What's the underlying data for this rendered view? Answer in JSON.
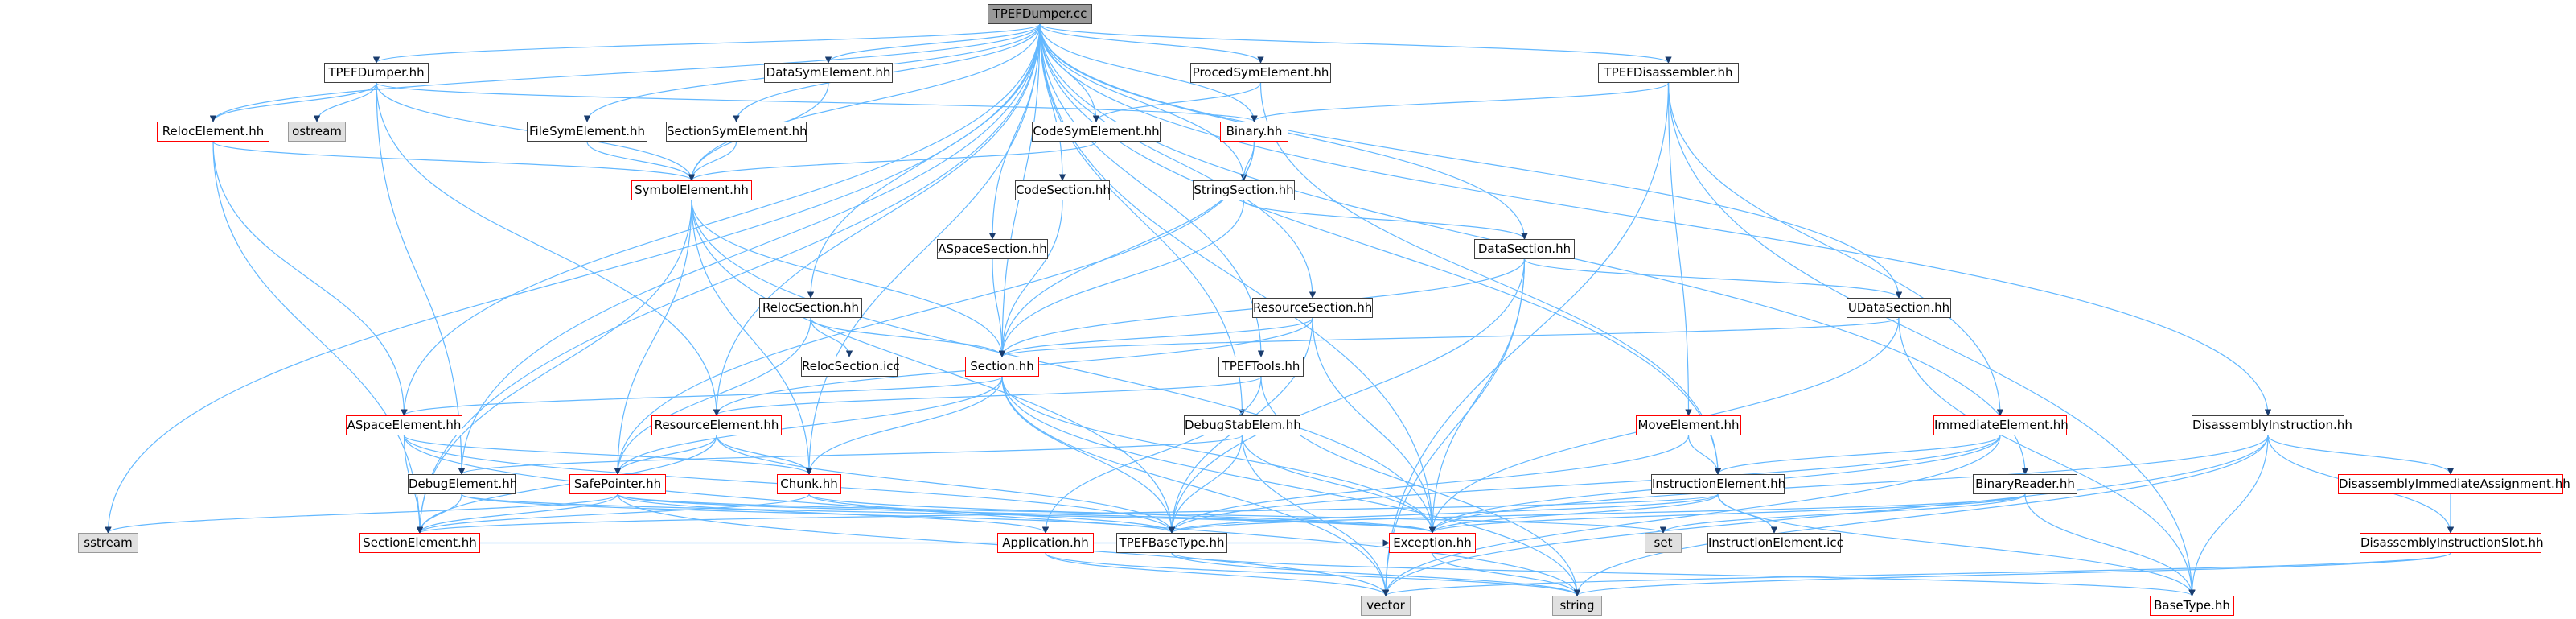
{
  "graph": {
    "colors": {
      "edge": "#63b8ff",
      "edge_dark": "#1a3c6e",
      "missing_border": "#ff0000",
      "system_fill": "#e0e0e0",
      "root_fill": "#999999"
    },
    "nodes": {
      "root": "TPEFDumper.cc",
      "TPEFDumper_hh": "TPEFDumper.hh",
      "DataSymElement_hh": "DataSymElement.hh",
      "ProcedSymElement_hh": "ProcedSymElement.hh",
      "TPEFDisassembler_hh": "TPEFDisassembler.hh",
      "RelocElement_hh": "RelocElement.hh",
      "ostream": "ostream",
      "FileSymElement_hh": "FileSymElement.hh",
      "SectionSymElement_hh": "SectionSymElement.hh",
      "CodeSymElement_hh": "CodeSymElement.hh",
      "Binary_hh": "Binary.hh",
      "SymbolElement_hh": "SymbolElement.hh",
      "CodeSection_hh": "CodeSection.hh",
      "StringSection_hh": "StringSection.hh",
      "ASpaceSection_hh": "ASpaceSection.hh",
      "DataSection_hh": "DataSection.hh",
      "RelocSection_hh": "RelocSection.hh",
      "ResourceSection_hh": "ResourceSection.hh",
      "UDataSection_hh": "UDataSection.hh",
      "RelocSection_icc": "RelocSection.icc",
      "Section_hh": "Section.hh",
      "TPEFTools_hh": "TPEFTools.hh",
      "ASpaceElement_hh": "ASpaceElement.hh",
      "ResourceElement_hh": "ResourceElement.hh",
      "DebugStabElem_hh": "DebugStabElem.hh",
      "MoveElement_hh": "MoveElement.hh",
      "ImmediateElement_hh": "ImmediateElement.hh",
      "DisassemblyInstruction_hh": "DisassemblyInstruction.hh",
      "DebugElement_hh": "DebugElement.hh",
      "SafePointer_hh": "SafePointer.hh",
      "Chunk_hh": "Chunk.hh",
      "InstructionElement_hh": "InstructionElement.hh",
      "BinaryReader_hh": "BinaryReader.hh",
      "DisassemblyImmediateAssignment_hh": "DisassemblyImmediateAssignment.hh",
      "sstream": "sstream",
      "SectionElement_hh": "SectionElement.hh",
      "Application_hh": "Application.hh",
      "TPEFBaseType_hh": "TPEFBaseType.hh",
      "Exception_hh": "Exception.hh",
      "set": "set",
      "InstructionElement_icc": "InstructionElement.icc",
      "DisassemblyInstructionSlot_hh": "DisassemblyInstructionSlot.hh",
      "vector": "vector",
      "string": "string",
      "BaseType_hh": "BaseType.hh"
    },
    "edges": [
      [
        "root",
        "TPEFDumper_hh"
      ],
      [
        "root",
        "DataSymElement_hh"
      ],
      [
        "root",
        "ProcedSymElement_hh"
      ],
      [
        "root",
        "TPEFDisassembler_hh"
      ],
      [
        "root",
        "RelocElement_hh"
      ],
      [
        "root",
        "FileSymElement_hh"
      ],
      [
        "root",
        "SectionSymElement_hh"
      ],
      [
        "root",
        "CodeSymElement_hh"
      ],
      [
        "root",
        "Binary_hh"
      ],
      [
        "root",
        "SymbolElement_hh"
      ],
      [
        "root",
        "CodeSection_hh"
      ],
      [
        "root",
        "StringSection_hh"
      ],
      [
        "root",
        "ASpaceSection_hh"
      ],
      [
        "root",
        "DataSection_hh"
      ],
      [
        "root",
        "RelocSection_hh"
      ],
      [
        "root",
        "ResourceSection_hh"
      ],
      [
        "root",
        "UDataSection_hh"
      ],
      [
        "root",
        "Section_hh"
      ],
      [
        "root",
        "TPEFTools_hh"
      ],
      [
        "root",
        "ASpaceElement_hh"
      ],
      [
        "root",
        "ResourceElement_hh"
      ],
      [
        "root",
        "DebugStabElem_hh"
      ],
      [
        "root",
        "DisassemblyInstruction_hh"
      ],
      [
        "root",
        "DebugElement_hh"
      ],
      [
        "root",
        "Chunk_hh"
      ],
      [
        "root",
        "InstructionElement_hh"
      ],
      [
        "root",
        "BinaryReader_hh"
      ],
      [
        "root",
        "sstream"
      ],
      [
        "root",
        "SectionElement_hh"
      ],
      [
        "root",
        "Exception_hh"
      ],
      [
        "TPEFDumper_hh",
        "RelocElement_hh"
      ],
      [
        "TPEFDumper_hh",
        "ostream"
      ],
      [
        "TPEFDumper_hh",
        "Binary_hh"
      ],
      [
        "TPEFDumper_hh",
        "SymbolElement_hh"
      ],
      [
        "TPEFDumper_hh",
        "ResourceElement_hh"
      ],
      [
        "TPEFDumper_hh",
        "DebugElement_hh"
      ],
      [
        "DataSymElement_hh",
        "SymbolElement_hh"
      ],
      [
        "ProcedSymElement_hh",
        "CodeSymElement_hh"
      ],
      [
        "ProcedSymElement_hh",
        "InstructionElement_hh"
      ],
      [
        "TPEFDisassembler_hh",
        "Binary_hh"
      ],
      [
        "TPEFDisassembler_hh",
        "MoveElement_hh"
      ],
      [
        "TPEFDisassembler_hh",
        "ImmediateElement_hh"
      ],
      [
        "TPEFDisassembler_hh",
        "vector"
      ],
      [
        "TPEFDisassembler_hh",
        "BaseType_hh"
      ],
      [
        "RelocElement_hh",
        "SymbolElement_hh"
      ],
      [
        "RelocElement_hh",
        "ASpaceElement_hh"
      ],
      [
        "RelocElement_hh",
        "SectionElement_hh"
      ],
      [
        "FileSymElement_hh",
        "SymbolElement_hh"
      ],
      [
        "SectionSymElement_hh",
        "SymbolElement_hh"
      ],
      [
        "CodeSymElement_hh",
        "SymbolElement_hh"
      ],
      [
        "Binary_hh",
        "StringSection_hh"
      ],
      [
        "Binary_hh",
        "Section_hh"
      ],
      [
        "Binary_hh",
        "SafePointer_hh"
      ],
      [
        "SymbolElement_hh",
        "Section_hh"
      ],
      [
        "SymbolElement_hh",
        "SectionElement_hh"
      ],
      [
        "SymbolElement_hh",
        "SafePointer_hh"
      ],
      [
        "SymbolElement_hh",
        "Chunk_hh"
      ],
      [
        "SymbolElement_hh",
        "TPEFBaseType_hh"
      ],
      [
        "SymbolElement_hh",
        "Exception_hh"
      ],
      [
        "CodeSection_hh",
        "Section_hh"
      ],
      [
        "StringSection_hh",
        "Section_hh"
      ],
      [
        "StringSection_hh",
        "DataSection_hh"
      ],
      [
        "ASpaceSection_hh",
        "Section_hh"
      ],
      [
        "DataSection_hh",
        "UDataSection_hh"
      ],
      [
        "DataSection_hh",
        "Section_hh"
      ],
      [
        "DataSection_hh",
        "TPEFBaseType_hh"
      ],
      [
        "DataSection_hh",
        "Exception_hh"
      ],
      [
        "DataSection_hh",
        "vector"
      ],
      [
        "RelocSection_hh",
        "Section_hh"
      ],
      [
        "RelocSection_hh",
        "RelocSection_icc"
      ],
      [
        "RelocSection_hh",
        "SafePointer_hh"
      ],
      [
        "ResourceSection_hh",
        "Section_hh"
      ],
      [
        "ResourceSection_hh",
        "ResourceElement_hh"
      ],
      [
        "ResourceSection_hh",
        "TPEFBaseType_hh"
      ],
      [
        "ResourceSection_hh",
        "Exception_hh"
      ],
      [
        "UDataSection_hh",
        "Section_hh"
      ],
      [
        "UDataSection_hh",
        "BaseType_hh"
      ],
      [
        "UDataSection_hh",
        "Exception_hh"
      ],
      [
        "Section_hh",
        "ASpaceElement_hh"
      ],
      [
        "Section_hh",
        "SafePointer_hh"
      ],
      [
        "Section_hh",
        "Chunk_hh"
      ],
      [
        "Section_hh",
        "TPEFBaseType_hh"
      ],
      [
        "Section_hh",
        "Exception_hh"
      ],
      [
        "Section_hh",
        "vector"
      ],
      [
        "Section_hh",
        "string"
      ],
      [
        "TPEFTools_hh",
        "ResourceElement_hh"
      ],
      [
        "TPEFTools_hh",
        "Application_hh"
      ],
      [
        "TPEFTools_hh",
        "string"
      ],
      [
        "ASpaceElement_hh",
        "SectionElement_hh"
      ],
      [
        "ASpaceElement_hh",
        "Chunk_hh"
      ],
      [
        "ASpaceElement_hh",
        "TPEFBaseType_hh"
      ],
      [
        "ASpaceElement_hh",
        "string"
      ],
      [
        "ResourceElement_hh",
        "SectionElement_hh"
      ],
      [
        "ResourceElement_hh",
        "SafePointer_hh"
      ],
      [
        "ResourceElement_hh",
        "Chunk_hh"
      ],
      [
        "ResourceElement_hh",
        "TPEFBaseType_hh"
      ],
      [
        "DebugStabElem_hh",
        "DebugElement_hh"
      ],
      [
        "DebugStabElem_hh",
        "TPEFBaseType_hh"
      ],
      [
        "DebugStabElem_hh",
        "Exception_hh"
      ],
      [
        "DebugStabElem_hh",
        "vector"
      ],
      [
        "MoveElement_hh",
        "InstructionElement_hh"
      ],
      [
        "MoveElement_hh",
        "TPEFBaseType_hh"
      ],
      [
        "ImmediateElement_hh",
        "InstructionElement_hh"
      ],
      [
        "ImmediateElement_hh",
        "Exception_hh"
      ],
      [
        "ImmediateElement_hh",
        "vector"
      ],
      [
        "ImmediateElement_hh",
        "TPEFBaseType_hh"
      ],
      [
        "DisassemblyInstruction_hh",
        "DisassemblyImmediateAssignment_hh"
      ],
      [
        "DisassemblyInstruction_hh",
        "DisassemblyInstructionSlot_hh"
      ],
      [
        "DisassemblyInstruction_hh",
        "vector"
      ],
      [
        "DisassemblyInstruction_hh",
        "string"
      ],
      [
        "DisassemblyInstruction_hh",
        "BaseType_hh"
      ],
      [
        "DisassemblyInstruction_hh",
        "Exception_hh"
      ],
      [
        "DebugElement_hh",
        "SectionElement_hh"
      ],
      [
        "DebugElement_hh",
        "TPEFBaseType_hh"
      ],
      [
        "DebugElement_hh",
        "Exception_hh"
      ],
      [
        "SafePointer_hh",
        "sstream"
      ],
      [
        "SafePointer_hh",
        "SectionElement_hh"
      ],
      [
        "SafePointer_hh",
        "Application_hh"
      ],
      [
        "SafePointer_hh",
        "Exception_hh"
      ],
      [
        "SafePointer_hh",
        "set"
      ],
      [
        "SafePointer_hh",
        "vector"
      ],
      [
        "Chunk_hh",
        "SectionElement_hh"
      ],
      [
        "Chunk_hh",
        "TPEFBaseType_hh"
      ],
      [
        "Chunk_hh",
        "Exception_hh"
      ],
      [
        "InstructionElement_hh",
        "SectionElement_hh"
      ],
      [
        "InstructionElement_hh",
        "InstructionElement_icc"
      ],
      [
        "InstructionElement_hh",
        "TPEFBaseType_hh"
      ],
      [
        "InstructionElement_hh",
        "BaseType_hh"
      ],
      [
        "InstructionElement_hh",
        "Exception_hh"
      ],
      [
        "BinaryReader_hh",
        "set"
      ],
      [
        "BinaryReader_hh",
        "BaseType_hh"
      ],
      [
        "BinaryReader_hh",
        "Exception_hh"
      ],
      [
        "BinaryReader_hh",
        "TPEFBaseType_hh"
      ],
      [
        "DisassemblyImmediateAssignment_hh",
        "DisassemblyInstructionSlot_hh"
      ],
      [
        "DisassemblyInstructionSlot_hh",
        "string"
      ],
      [
        "DisassemblyInstructionSlot_hh",
        "vector"
      ],
      [
        "Application_hh",
        "string"
      ],
      [
        "Application_hh",
        "vector"
      ],
      [
        "TPEFBaseType_hh",
        "BaseType_hh"
      ],
      [
        "TPEFBaseType_hh",
        "string"
      ],
      [
        "Exception_hh",
        "string"
      ],
      [
        "SectionElement_hh",
        "Exception_hh"
      ]
    ]
  }
}
